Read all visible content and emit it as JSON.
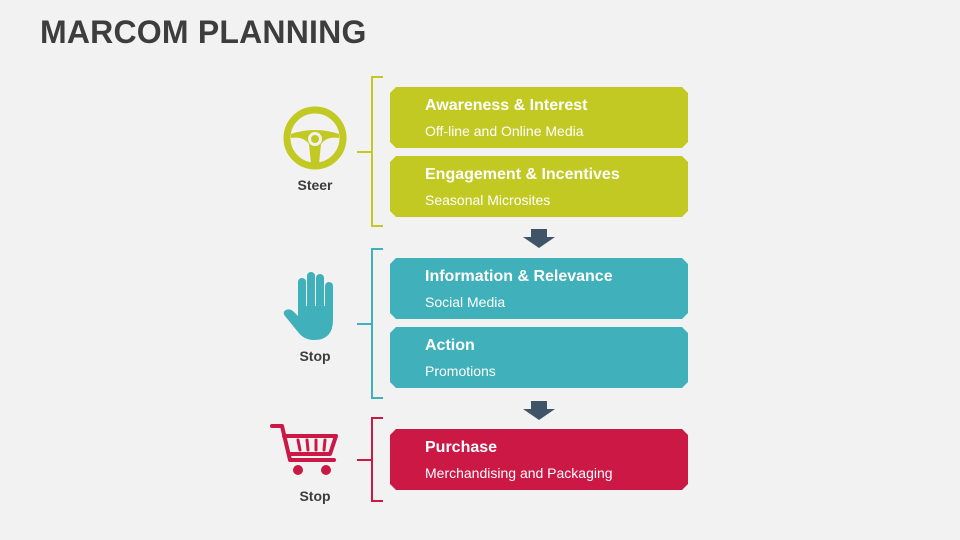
{
  "title": "MARCOM PLANNING",
  "colors": {
    "green": "#c3c923",
    "teal": "#40b0ba",
    "red": "#cc1845",
    "arrow": "#405468",
    "text": "#3d3d3d"
  },
  "groups": [
    {
      "label": "Steer",
      "icon": "steering-wheel-icon",
      "color": "#c3c923",
      "cards": [
        {
          "title": "Awareness & Interest",
          "subtitle": "Off-line and Online Media"
        },
        {
          "title": "Engagement & Incentives",
          "subtitle": "Seasonal Microsites"
        }
      ]
    },
    {
      "label": "Stop",
      "icon": "hand-stop-icon",
      "color": "#40b0ba",
      "cards": [
        {
          "title": "Information & Relevance",
          "subtitle": "Social Media"
        },
        {
          "title": "Action",
          "subtitle": "Promotions"
        }
      ]
    },
    {
      "label": "Stop",
      "icon": "shopping-cart-icon",
      "color": "#cc1845",
      "cards": [
        {
          "title": "Purchase",
          "subtitle": "Merchandising and Packaging"
        }
      ]
    }
  ],
  "arrows": [
    "down-arrow-icon",
    "down-arrow-icon"
  ]
}
